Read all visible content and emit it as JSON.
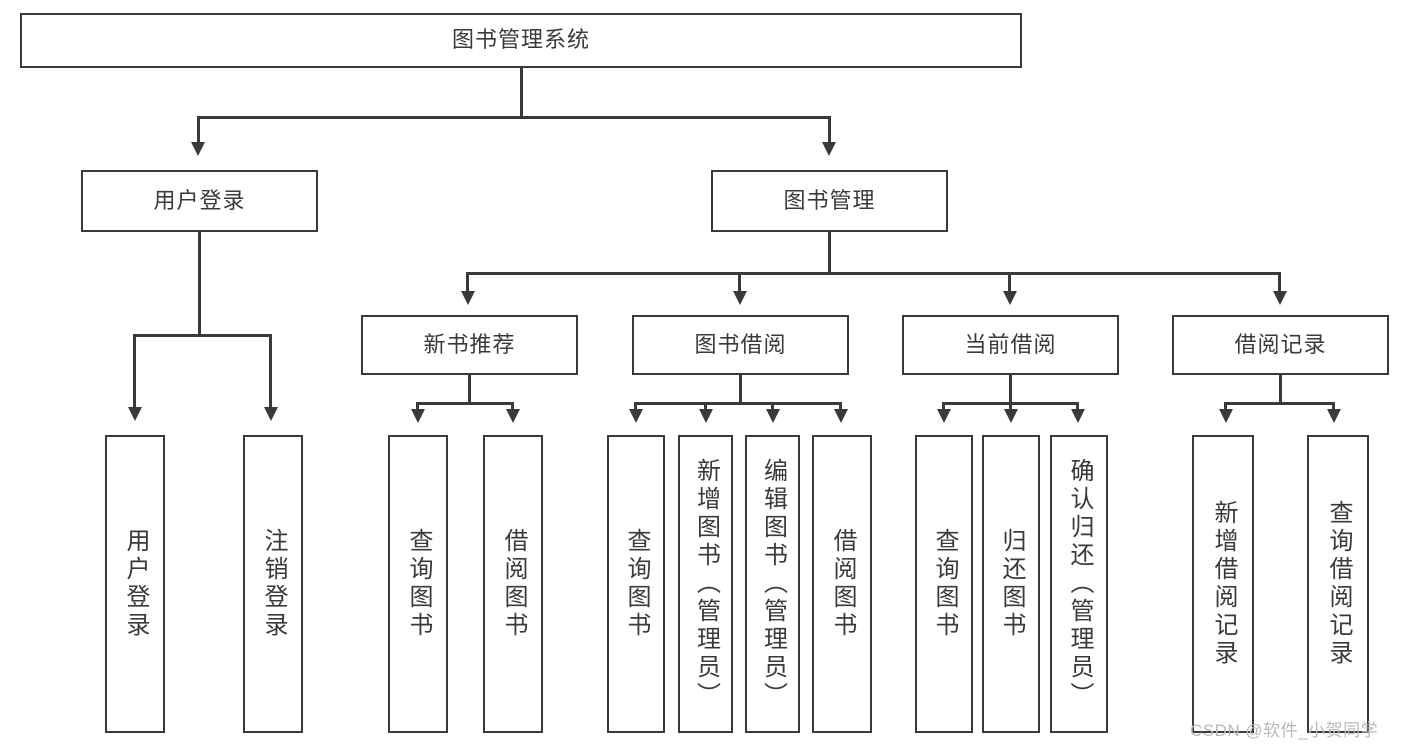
{
  "diagram": {
    "title": "图书管理系统",
    "type": "hierarchy-tree",
    "root": {
      "label": "图书管理系统"
    },
    "level2": [
      {
        "label": "用户登录"
      },
      {
        "label": "图书管理"
      }
    ],
    "level3": [
      {
        "label": "新书推荐"
      },
      {
        "label": "图书借阅"
      },
      {
        "label": "当前借阅"
      },
      {
        "label": "借阅记录"
      }
    ],
    "leaves": {
      "user_login": [
        {
          "label": "用户登录"
        },
        {
          "label": "注销登录"
        }
      ],
      "new_book_recommend": [
        {
          "label": "查询图书"
        },
        {
          "label": "借阅图书"
        }
      ],
      "book_borrow": [
        {
          "label": "查询图书"
        },
        {
          "label": "新增图书（管理员）"
        },
        {
          "label": "编辑图书（管理员）"
        },
        {
          "label": "借阅图书"
        }
      ],
      "current_borrow": [
        {
          "label": "查询图书"
        },
        {
          "label": "归还图书"
        },
        {
          "label": "确认归还（管理员）"
        }
      ],
      "borrow_record": [
        {
          "label": "新增借阅记录"
        },
        {
          "label": "查询借阅记录"
        }
      ]
    }
  },
  "watermark": {
    "text": "CSDN @软件_小贺同学"
  },
  "colors": {
    "stroke": "#3a3a3a",
    "background": "#ffffff",
    "text": "#3a3a3a",
    "watermark": "#b9b9b9"
  }
}
